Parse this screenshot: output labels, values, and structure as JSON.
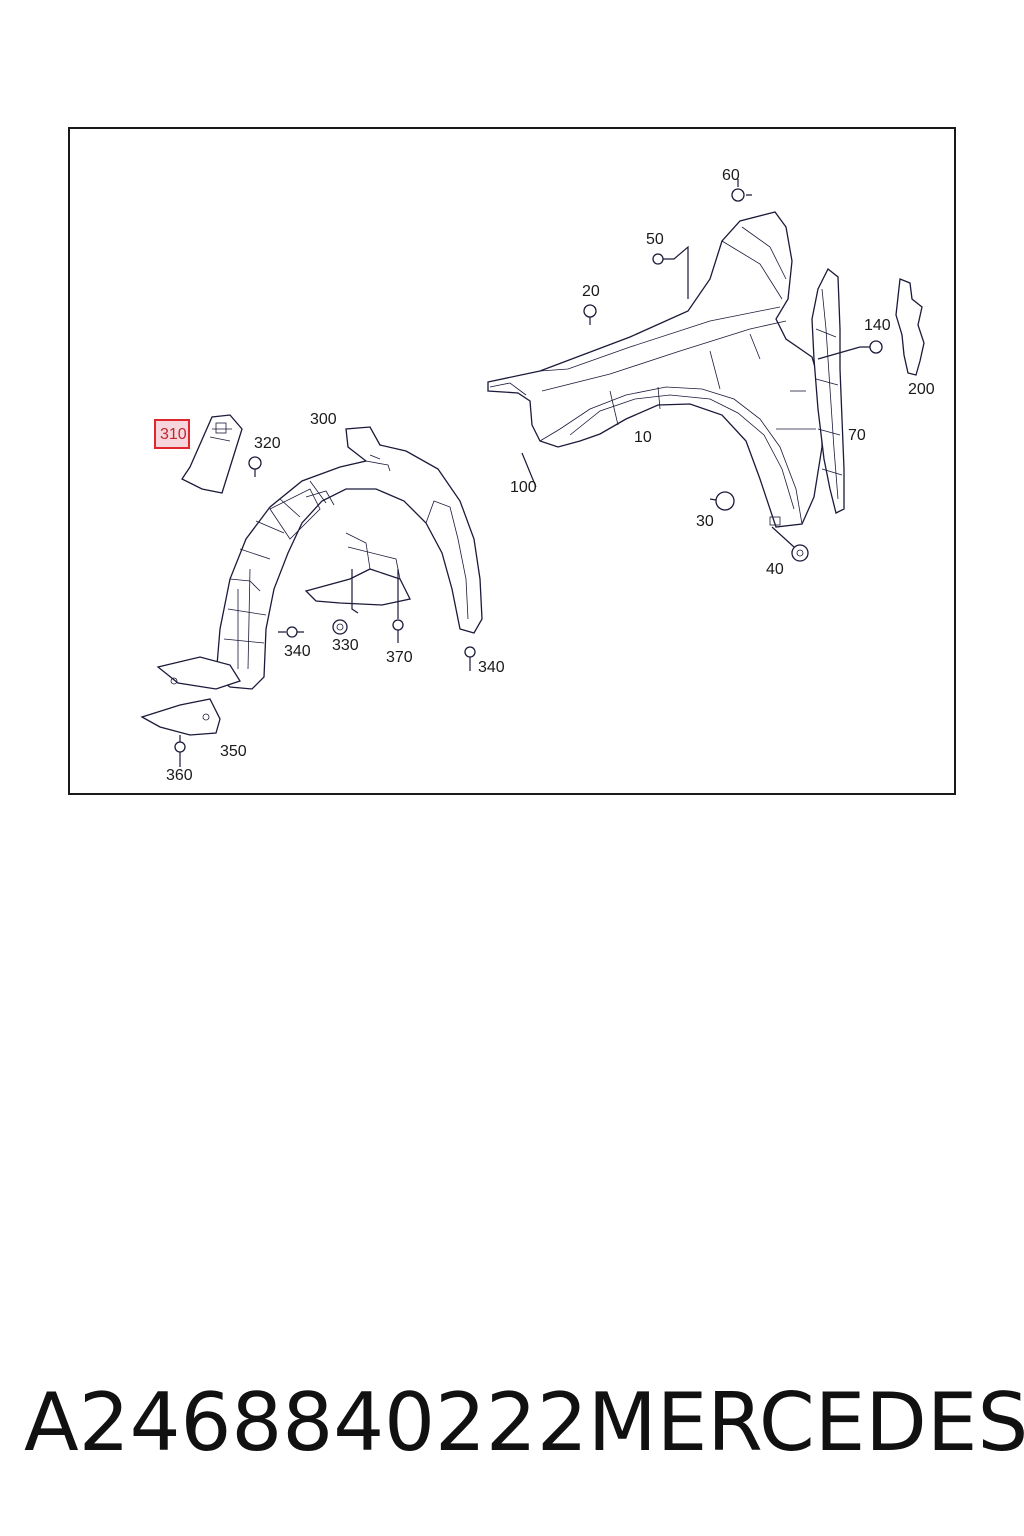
{
  "diagram": {
    "callouts": [
      {
        "id": "c60",
        "text": "60"
      },
      {
        "id": "c50",
        "text": "50"
      },
      {
        "id": "c20",
        "text": "20"
      },
      {
        "id": "c140",
        "text": "140"
      },
      {
        "id": "c200",
        "text": "200"
      },
      {
        "id": "c300",
        "text": "300"
      },
      {
        "id": "c310",
        "text": "310",
        "highlighted": true
      },
      {
        "id": "c320",
        "text": "320"
      },
      {
        "id": "c10",
        "text": "10"
      },
      {
        "id": "c70",
        "text": "70"
      },
      {
        "id": "c100",
        "text": "100"
      },
      {
        "id": "c30",
        "text": "30"
      },
      {
        "id": "c40",
        "text": "40"
      },
      {
        "id": "c340a",
        "text": "340"
      },
      {
        "id": "c330",
        "text": "330"
      },
      {
        "id": "c370",
        "text": "370"
      },
      {
        "id": "c340b",
        "text": "340"
      },
      {
        "id": "c350",
        "text": "350"
      },
      {
        "id": "c360",
        "text": "360"
      }
    ],
    "highlight_color": "#e0252f"
  },
  "footer": {
    "part_number": "A2468840222",
    "brand": "MERCEDES"
  }
}
